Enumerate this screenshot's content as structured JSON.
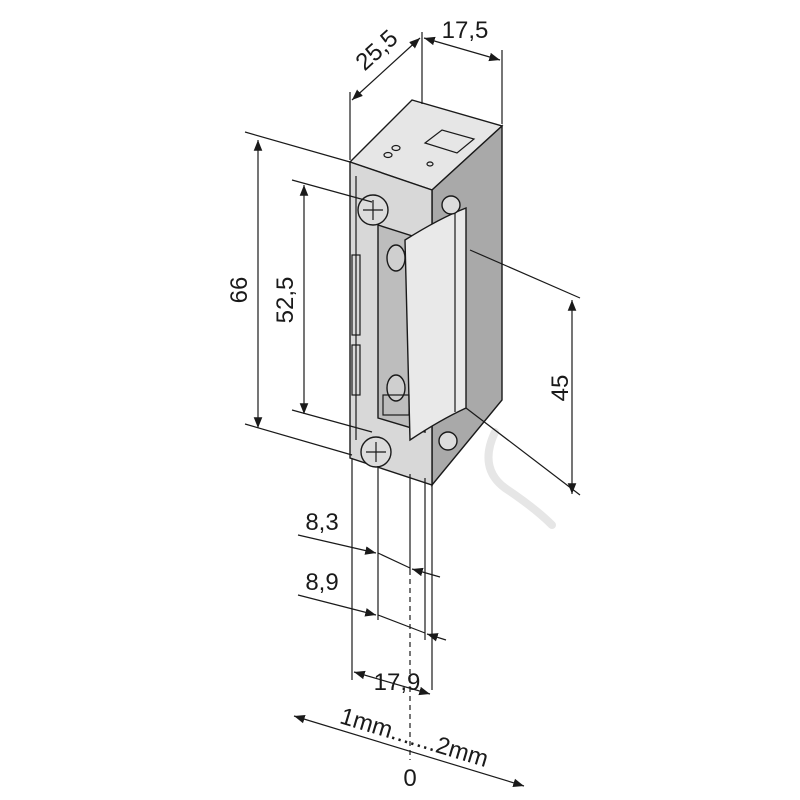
{
  "dimensions": {
    "depth": "25,5",
    "width_top": "17,5",
    "height_total": "66",
    "height_inner": "52,5",
    "height_latch": "45",
    "offset_a": "8,3",
    "offset_b": "8,9",
    "width_bottom": "17,9",
    "adjust_range": "1mm.......2mm",
    "adjust_zero": "0"
  },
  "colors": {
    "line": "#1a1a1a",
    "face_light": "#e6e6e6",
    "face_mid": "#cfcfcf",
    "face_dark": "#a9a9a9",
    "screw": "#dcdcdc"
  },
  "icons": {
    "screw_top": "phillips-screw-icon",
    "screw_bottom": "phillips-screw-icon",
    "screw_latch_top": "screw-icon",
    "screw_latch_bottom": "screw-icon"
  }
}
